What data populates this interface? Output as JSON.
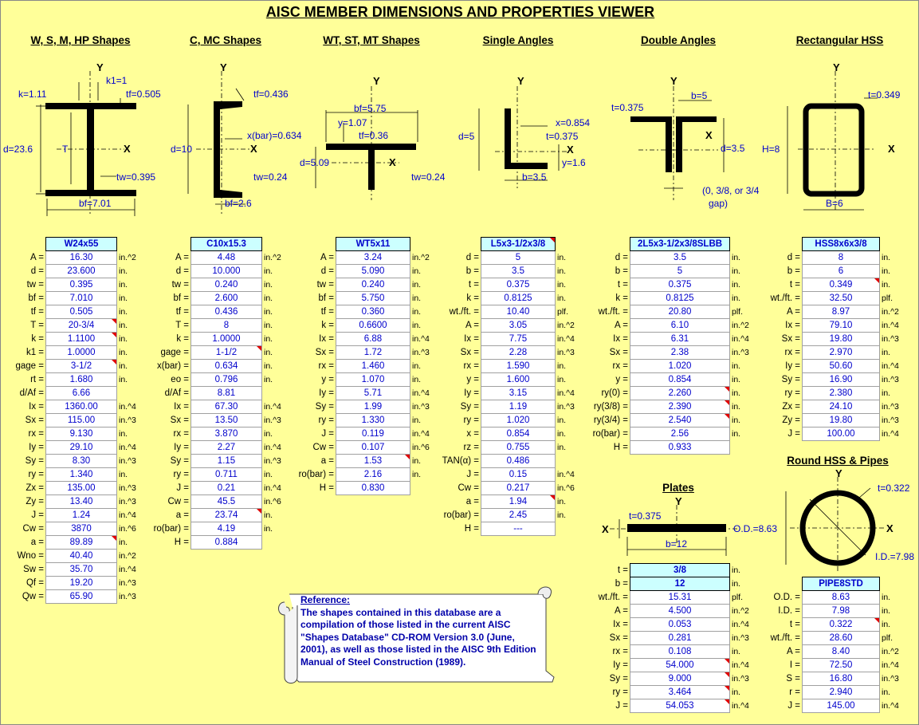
{
  "title": "AISC MEMBER DIMENSIONS AND PROPERTIES VIEWER",
  "sections": {
    "w": "W, S, M, HP Shapes",
    "c": "C, MC Shapes",
    "wt": "WT, ST, MT Shapes",
    "sa": "Single Angles",
    "da": "Double Angles",
    "rhss": "Rectangular HSS",
    "plates": "Plates",
    "round": "Round HSS & Pipes"
  },
  "diagrams": {
    "w": {
      "y": "Y",
      "x": "X",
      "k": "k=1.11",
      "k1": "k1=1",
      "tf": "tf=0.505",
      "d": "d=23.6",
      "T": "T",
      "tw": "tw=0.395",
      "bf": "bf=7.01"
    },
    "c": {
      "y": "Y",
      "x": "X",
      "tf": "tf=0.436",
      "xbar": "x(bar)=0.634",
      "d": "d=10",
      "tw": "tw=0.24",
      "bf": "bf=2.6"
    },
    "wt": {
      "y": "Y",
      "x": "X",
      "bf": "bf=5.75",
      "y1": "y=1.07",
      "tf": "tf=0.36",
      "d": "d=5.09",
      "tw": "tw=0.24"
    },
    "sa": {
      "y": "Y",
      "x": "X",
      "d": "d=5",
      "xv": "x=0.854",
      "t": "t=0.375",
      "yv": "y=1.6",
      "b": "b=3.5"
    },
    "da": {
      "y": "Y",
      "x": "X",
      "b": "b=5",
      "t": "t=0.375",
      "d": "d=3.5",
      "gap1": "(0, 3/8, or 3/4",
      "gap2": "gap)"
    },
    "rhss": {
      "y": "Y",
      "x": "X",
      "t": "t=0.349",
      "h": "H=8",
      "b": "B=6"
    },
    "plates": {
      "y": "Y",
      "x": "X",
      "t": "t=0.375",
      "b": "b=12"
    },
    "round": {
      "y": "Y",
      "x": "X",
      "t": "t=0.322",
      "od": "O.D.=8.63",
      "id": "I.D.=7.98"
    }
  },
  "tables": {
    "w": {
      "header": "W24x55",
      "rows": [
        {
          "l": "A =",
          "v": "16.30",
          "u": "in.^2"
        },
        {
          "l": "d =",
          "v": "23.600",
          "u": "in."
        },
        {
          "l": "tw =",
          "v": "0.395",
          "u": "in."
        },
        {
          "l": "bf =",
          "v": "7.010",
          "u": "in."
        },
        {
          "l": "tf =",
          "v": "0.505",
          "u": "in."
        },
        {
          "l": "T =",
          "v": "20-3/4",
          "u": "in.",
          "m": 1
        },
        {
          "l": "k =",
          "v": "1.1100",
          "u": "in.",
          "m": 1
        },
        {
          "l": "k1 =",
          "v": "1.0000",
          "u": "in."
        },
        {
          "l": "gage =",
          "v": "3-1/2",
          "u": "in.",
          "m": 1
        },
        {
          "l": "rt =",
          "v": "1.680",
          "u": "in."
        },
        {
          "l": "d/Af =",
          "v": "6.66",
          "u": ""
        },
        {
          "l": "Ix =",
          "v": "1360.00",
          "u": "in.^4"
        },
        {
          "l": "Sx =",
          "v": "115.00",
          "u": "in.^3"
        },
        {
          "l": "rx =",
          "v": "9.130",
          "u": "in."
        },
        {
          "l": "Iy =",
          "v": "29.10",
          "u": "in.^4"
        },
        {
          "l": "Sy =",
          "v": "8.30",
          "u": "in.^3"
        },
        {
          "l": "ry =",
          "v": "1.340",
          "u": "in."
        },
        {
          "l": "Zx =",
          "v": "135.00",
          "u": "in.^3"
        },
        {
          "l": "Zy =",
          "v": "13.40",
          "u": "in.^3"
        },
        {
          "l": "J =",
          "v": "1.24",
          "u": "in.^4"
        },
        {
          "l": "Cw =",
          "v": "3870",
          "u": "in.^6"
        },
        {
          "l": "a =",
          "v": "89.89",
          "u": "in.",
          "m": 1
        },
        {
          "l": "Wno =",
          "v": "40.40",
          "u": "in.^2"
        },
        {
          "l": "Sw =",
          "v": "35.70",
          "u": "in.^4"
        },
        {
          "l": "Qf =",
          "v": "19.20",
          "u": "in.^3"
        },
        {
          "l": "Qw =",
          "v": "65.90",
          "u": "in.^3"
        }
      ]
    },
    "c": {
      "header": "C10x15.3",
      "rows": [
        {
          "l": "A =",
          "v": "4.48",
          "u": "in.^2"
        },
        {
          "l": "d =",
          "v": "10.000",
          "u": "in."
        },
        {
          "l": "tw =",
          "v": "0.240",
          "u": "in."
        },
        {
          "l": "bf =",
          "v": "2.600",
          "u": "in."
        },
        {
          "l": "tf =",
          "v": "0.436",
          "u": "in."
        },
        {
          "l": "T =",
          "v": "8",
          "u": "in."
        },
        {
          "l": "k =",
          "v": "1.0000",
          "u": "in."
        },
        {
          "l": "gage =",
          "v": "1-1/2",
          "u": "in.",
          "m": 1
        },
        {
          "l": "x(bar) =",
          "v": "0.634",
          "u": "in."
        },
        {
          "l": "eo =",
          "v": "0.796",
          "u": "in."
        },
        {
          "l": "d/Af =",
          "v": "8.81",
          "u": ""
        },
        {
          "l": "Ix =",
          "v": "67.30",
          "u": "in.^4"
        },
        {
          "l": "Sx =",
          "v": "13.50",
          "u": "in.^3"
        },
        {
          "l": "rx =",
          "v": "3.870",
          "u": "in."
        },
        {
          "l": "Iy =",
          "v": "2.27",
          "u": "in.^4"
        },
        {
          "l": "Sy =",
          "v": "1.15",
          "u": "in.^3"
        },
        {
          "l": "ry =",
          "v": "0.711",
          "u": "in."
        },
        {
          "l": "J =",
          "v": "0.21",
          "u": "in.^4"
        },
        {
          "l": "Cw =",
          "v": "45.5",
          "u": "in.^6"
        },
        {
          "l": "a =",
          "v": "23.74",
          "u": "in.",
          "m": 1
        },
        {
          "l": "ro(bar) =",
          "v": "4.19",
          "u": "in."
        },
        {
          "l": "H =",
          "v": "0.884",
          "u": ""
        }
      ]
    },
    "wt": {
      "header": "WT5x11",
      "rows": [
        {
          "l": "A =",
          "v": "3.24",
          "u": "in.^2"
        },
        {
          "l": "d =",
          "v": "5.090",
          "u": "in."
        },
        {
          "l": "tw =",
          "v": "0.240",
          "u": "in."
        },
        {
          "l": "bf =",
          "v": "5.750",
          "u": "in."
        },
        {
          "l": "tf =",
          "v": "0.360",
          "u": "in."
        },
        {
          "l": "k =",
          "v": "0.6600",
          "u": "in."
        },
        {
          "l": "Ix =",
          "v": "6.88",
          "u": "in.^4"
        },
        {
          "l": "Sx =",
          "v": "1.72",
          "u": "in.^3"
        },
        {
          "l": "rx =",
          "v": "1.460",
          "u": "in."
        },
        {
          "l": "y =",
          "v": "1.070",
          "u": "in."
        },
        {
          "l": "Iy =",
          "v": "5.71",
          "u": "in.^4"
        },
        {
          "l": "Sy =",
          "v": "1.99",
          "u": "in.^3"
        },
        {
          "l": "ry =",
          "v": "1.330",
          "u": "in."
        },
        {
          "l": "J =",
          "v": "0.119",
          "u": "in.^4"
        },
        {
          "l": "Cw =",
          "v": "0.107",
          "u": "in.^6"
        },
        {
          "l": "a =",
          "v": "1.53",
          "u": "in.",
          "m": 1
        },
        {
          "l": "ro(bar) =",
          "v": "2.16",
          "u": "in."
        },
        {
          "l": "H =",
          "v": "0.830",
          "u": ""
        }
      ]
    },
    "sa": {
      "header": "L5x3-1/2x3/8",
      "hm": 1,
      "rows": [
        {
          "l": "d =",
          "v": "5",
          "u": "in."
        },
        {
          "l": "b =",
          "v": "3.5",
          "u": "in."
        },
        {
          "l": "t =",
          "v": "0.375",
          "u": "in."
        },
        {
          "l": "k =",
          "v": "0.8125",
          "u": "in."
        },
        {
          "l": "wt./ft. =",
          "v": "10.40",
          "u": "plf."
        },
        {
          "l": "A =",
          "v": "3.05",
          "u": "in.^2"
        },
        {
          "l": "Ix =",
          "v": "7.75",
          "u": "in.^4"
        },
        {
          "l": "Sx =",
          "v": "2.28",
          "u": "in.^3"
        },
        {
          "l": "rx =",
          "v": "1.590",
          "u": "in."
        },
        {
          "l": "y =",
          "v": "1.600",
          "u": "in."
        },
        {
          "l": "Iy =",
          "v": "3.15",
          "u": "in.^4"
        },
        {
          "l": "Sy =",
          "v": "1.19",
          "u": "in.^3"
        },
        {
          "l": "ry =",
          "v": "1.020",
          "u": "in."
        },
        {
          "l": "x =",
          "v": "0.854",
          "u": "in."
        },
        {
          "l": "rz =",
          "v": "0.755",
          "u": "in."
        },
        {
          "l": "TAN(α) =",
          "v": "0.486",
          "u": ""
        },
        {
          "l": "J =",
          "v": "0.15",
          "u": "in.^4"
        },
        {
          "l": "Cw =",
          "v": "0.217",
          "u": "in.^6"
        },
        {
          "l": "a =",
          "v": "1.94",
          "u": "in.",
          "m": 1
        },
        {
          "l": "ro(bar) =",
          "v": "2.45",
          "u": "in."
        },
        {
          "l": "H =",
          "v": "---",
          "u": ""
        }
      ]
    },
    "da": {
      "header": "2L5x3-1/2x3/8SLBB",
      "rows": [
        {
          "l": "d =",
          "v": "3.5",
          "u": "in."
        },
        {
          "l": "b =",
          "v": "5",
          "u": "in."
        },
        {
          "l": "t =",
          "v": "0.375",
          "u": "in."
        },
        {
          "l": "k =",
          "v": "0.8125",
          "u": "in."
        },
        {
          "l": "wt./ft. =",
          "v": "20.80",
          "u": "plf."
        },
        {
          "l": "A =",
          "v": "6.10",
          "u": "in.^2"
        },
        {
          "l": "Ix =",
          "v": "6.31",
          "u": "in.^4"
        },
        {
          "l": "Sx =",
          "v": "2.38",
          "u": "in.^3"
        },
        {
          "l": "rx =",
          "v": "1.020",
          "u": "in."
        },
        {
          "l": "y =",
          "v": "0.854",
          "u": "in."
        },
        {
          "l": "ry(0) =",
          "v": "2.260",
          "u": "in.",
          "m": 1
        },
        {
          "l": "ry(3/8) =",
          "v": "2.390",
          "u": "in.",
          "m": 1
        },
        {
          "l": "ry(3/4) =",
          "v": "2.540",
          "u": "in.",
          "m": 1
        },
        {
          "l": "ro(bar) =",
          "v": "2.56",
          "u": "in."
        },
        {
          "l": "H =",
          "v": "0.933",
          "u": ""
        }
      ]
    },
    "rhss": {
      "header": "HSS8x6x3/8",
      "rows": [
        {
          "l": "d =",
          "v": "8",
          "u": "in."
        },
        {
          "l": "b =",
          "v": "6",
          "u": "in."
        },
        {
          "l": "t =",
          "v": "0.349",
          "u": "in.",
          "m": 1
        },
        {
          "l": "wt./ft. =",
          "v": "32.50",
          "u": "plf."
        },
        {
          "l": "A =",
          "v": "8.97",
          "u": "in.^2"
        },
        {
          "l": "Ix =",
          "v": "79.10",
          "u": "in.^4"
        },
        {
          "l": "Sx =",
          "v": "19.80",
          "u": "in.^3"
        },
        {
          "l": "rx =",
          "v": "2.970",
          "u": "in."
        },
        {
          "l": "Iy =",
          "v": "50.60",
          "u": "in.^4"
        },
        {
          "l": "Sy =",
          "v": "16.90",
          "u": "in.^3"
        },
        {
          "l": "ry =",
          "v": "2.380",
          "u": "in."
        },
        {
          "l": "Zx =",
          "v": "24.10",
          "u": "in.^3"
        },
        {
          "l": "Zy =",
          "v": "19.80",
          "u": "in.^3"
        },
        {
          "l": "J =",
          "v": "100.00",
          "u": "in.^4"
        }
      ]
    },
    "plates": {
      "inputs": [
        {
          "l": "t =",
          "v": "3/8",
          "u": "in."
        },
        {
          "l": "b =",
          "v": "12",
          "u": "in."
        }
      ],
      "rows": [
        {
          "l": "wt./ft. =",
          "v": "15.31",
          "u": "plf."
        },
        {
          "l": "A =",
          "v": "4.500",
          "u": "in.^2"
        },
        {
          "l": "Ix =",
          "v": "0.053",
          "u": "in.^4"
        },
        {
          "l": "Sx =",
          "v": "0.281",
          "u": "in.^3"
        },
        {
          "l": "rx =",
          "v": "0.108",
          "u": "in."
        },
        {
          "l": "Iy =",
          "v": "54.000",
          "u": "in.^4",
          "m": 1
        },
        {
          "l": "Sy =",
          "v": "9.000",
          "u": "in.^3",
          "m": 1
        },
        {
          "l": "ry =",
          "v": "3.464",
          "u": "in.",
          "m": 1
        },
        {
          "l": "J =",
          "v": "54.053",
          "u": "in.^4",
          "m": 1
        }
      ]
    },
    "round": {
      "header": "PIPE8STD",
      "rows": [
        {
          "l": "O.D. =",
          "v": "8.63",
          "u": "in."
        },
        {
          "l": "I.D. =",
          "v": "7.98",
          "u": "in."
        },
        {
          "l": "t =",
          "v": "0.322",
          "u": "in.",
          "m": 1
        },
        {
          "l": "wt./ft. =",
          "v": "28.60",
          "u": "plf."
        },
        {
          "l": "A =",
          "v": "8.40",
          "u": "in.^2"
        },
        {
          "l": "I =",
          "v": "72.50",
          "u": "in.^4"
        },
        {
          "l": "S =",
          "v": "16.80",
          "u": "in.^3"
        },
        {
          "l": "r =",
          "v": "2.940",
          "u": "in."
        },
        {
          "l": "J =",
          "v": "145.00",
          "u": "in.^4"
        }
      ]
    }
  },
  "reference": {
    "title": "Reference:",
    "body": "The shapes contained in this database are a compilation of those listed in the current AISC \"Shapes Database\" CD-ROM Version 3.0  (June, 2001), as well as those listed in the AISC 9th Edition Manual of Steel Construction (1989)."
  },
  "colors": {
    "background": "#ffff99",
    "value_text": "#0000cc",
    "header_fill": "#ccffff",
    "comment_marker": "#e00000"
  }
}
